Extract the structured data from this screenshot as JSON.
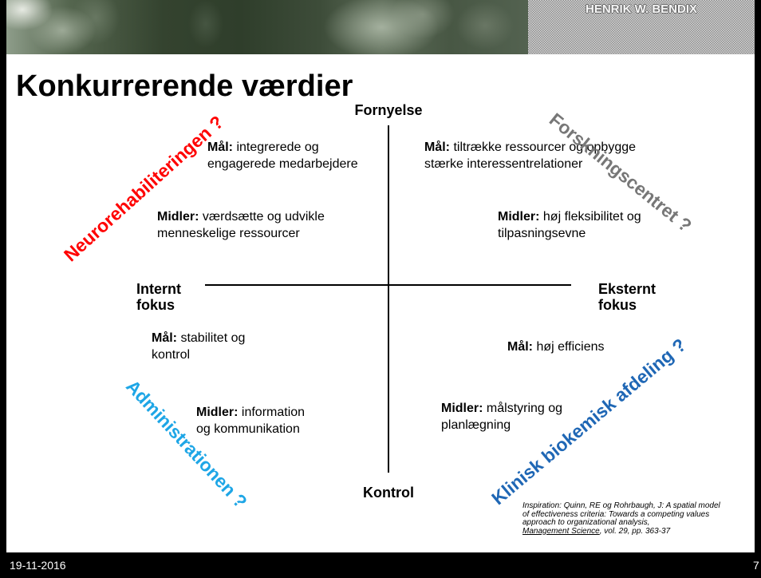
{
  "header": {
    "author": "HENRIK W. BENDIX"
  },
  "title": "Konkurrerende værdier",
  "axes": {
    "top": "Fornyelse",
    "bottom": "Kontrol",
    "left": [
      "Internt",
      "fokus"
    ],
    "right": [
      "Eksternt",
      "fokus"
    ]
  },
  "quadrants": {
    "top_left": {
      "goal": {
        "label": "Mål:",
        "lines": [
          "integrerede og",
          "engagerede medarbejdere"
        ]
      },
      "means": {
        "label": "Midler:",
        "lines": [
          "værdsætte og udvikle",
          "menneskelige ressourcer"
        ]
      }
    },
    "top_right": {
      "goal": {
        "label": "Mål:",
        "lines": [
          "tiltrække ressourcer og opbygge",
          "stærke interessentrelationer"
        ]
      },
      "means": {
        "label": "Midler:",
        "lines": [
          "høj fleksibilitet og",
          "tilpasningsevne"
        ]
      }
    },
    "bottom_left": {
      "goal": {
        "label": "Mål:",
        "lines": [
          "stabilitet og",
          "kontrol"
        ]
      },
      "means": {
        "label": "Midler:",
        "lines": [
          "information",
          "og kommunikation"
        ]
      }
    },
    "bottom_right": {
      "goal": {
        "label": "Mål:",
        "lines": [
          "høj efficiens"
        ]
      },
      "means": {
        "label": "Midler:",
        "lines": [
          "målstyring og",
          "planlægning"
        ]
      }
    }
  },
  "unit_labels": {
    "top_left": {
      "text": "Neurorehabiliteringen ?",
      "color": "#ff0000"
    },
    "top_right": {
      "text": "Forskningscentret ?",
      "color": "#777777"
    },
    "bottom_left": {
      "text": "Administrationen ?",
      "color": "#1ea6e6"
    },
    "bottom_right": {
      "text": "Klinisk biokemisk afdeling ?",
      "color": "#1f67b5"
    }
  },
  "citation": {
    "lines": [
      "Inspiration: Quinn, RE og Rohrbaugh, J: A spatial model",
      "of effectiveness criteria: Towards a competing values",
      "approach to organizational analysis,"
    ],
    "journal": "Management Science",
    "journal_details": ", vol. 29, pp. 363-37"
  },
  "footer": {
    "date": "19-11-2016",
    "page": "7"
  }
}
